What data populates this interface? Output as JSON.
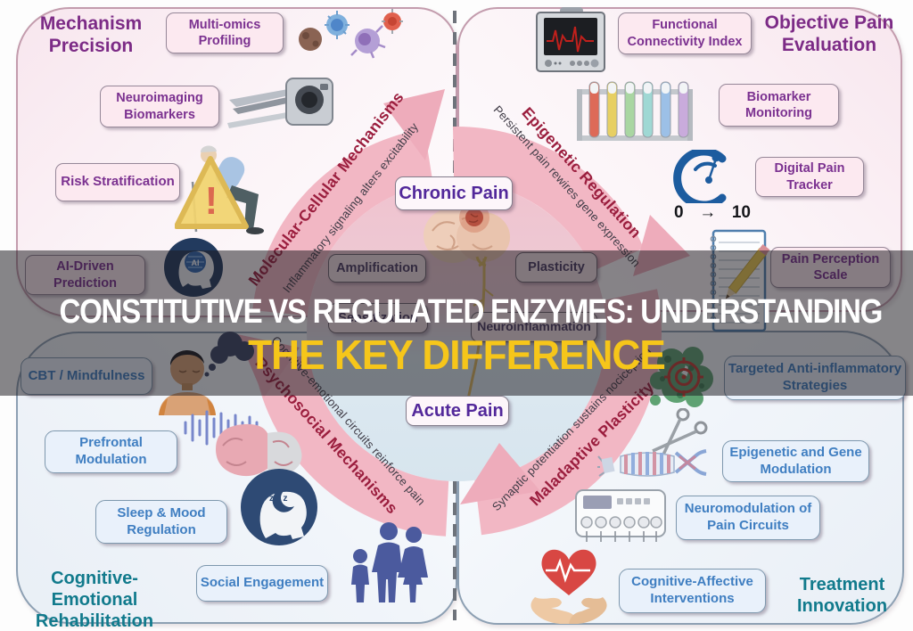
{
  "banner": {
    "line1": "CONSTITUTIVE VS REGULATED ENZYMES: UNDERSTANDING",
    "line2": "THE KEY DIFFERENCE"
  },
  "quadrants": {
    "top_left": {
      "title": "Mechanism\nPrecision",
      "boxes": [
        "Multi-omics\nProfiling",
        "Neuroimaging\nBiomarkers",
        "Risk Stratification",
        "AI-Driven\nPrediction"
      ]
    },
    "top_right": {
      "title": "Objective Pain\nEvaluation",
      "boxes": [
        "Functional\nConnectivity Index",
        "Biomarker\nMonitoring",
        "Digital Pain\nTracker",
        "Pain Perception\nScale"
      ]
    },
    "bottom_left": {
      "title": "Cognitive-Emotional\nRehabilitation",
      "boxes": [
        "CBT / Mindfulness",
        "Prefrontal\nModulation",
        "Sleep & Mood\nRegulation",
        "Social Engagement"
      ]
    },
    "bottom_right": {
      "title": "Treatment\nInnovation",
      "boxes": [
        "Targeted Anti-inflammatory\nStrategies",
        "Epigenetic and Gene\nModulation",
        "Neuromodulation of\nPain Circuits",
        "Cognitive-Affective\nInterventions"
      ]
    }
  },
  "center": {
    "top_label": "Chronic Pain",
    "bottom_label": "Acute Pain",
    "process_labels": [
      "Amplification",
      "Plasticity",
      "Sensitization",
      "Neuroinflammation"
    ]
  },
  "ring": {
    "top_left": {
      "title": "Molecular-Cellular Mechanisms",
      "subtitle": "Inflammatory signaling alters excitability"
    },
    "top_right": {
      "title": "Epigenetic Regulation",
      "subtitle": "Persistent pain rewires gene expression"
    },
    "bottom_left": {
      "title": "Psychosocial Mechanisms",
      "subtitle": "Cognitive-emotional circuits reinforce pain"
    },
    "bottom_right": {
      "title": "Maladaptive Plasticity",
      "subtitle": "Synaptic potentiation sustains nociception"
    }
  },
  "widgets": {
    "gauge_min": "0",
    "gauge_arrow": "→",
    "gauge_max": "10",
    "ai_label": "AI",
    "warning_mark": "!",
    "sleep_marks": "z z z"
  },
  "colors": {
    "quadrant_title_purple": "#7c2b86",
    "quadrant_title_teal": "#117a8c",
    "pink_box_text": "#7b3190",
    "blue_box_text": "#3f7ec1",
    "pain_label_text": "#52289a",
    "ring_pink": "#f2b7c4",
    "ring_red_text": "#9b1e3e",
    "banner_yellow": "#f6c61a",
    "banner_white": "#ffffff"
  }
}
